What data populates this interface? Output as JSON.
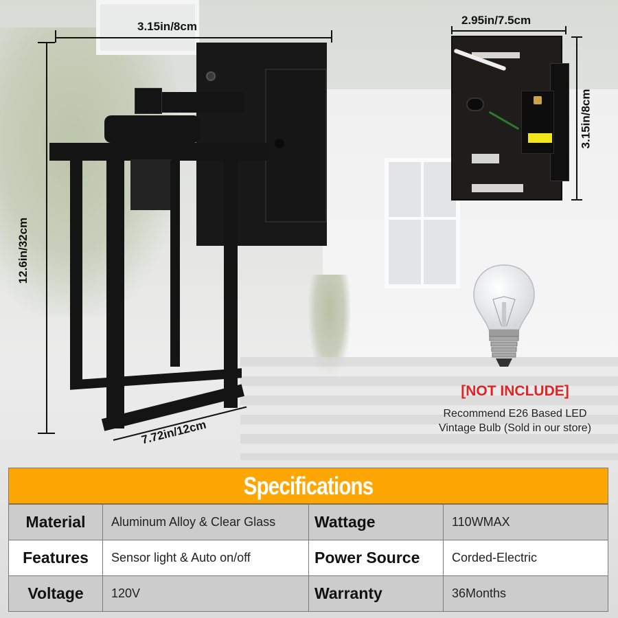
{
  "dimensions": {
    "lamp_width": "3.15in/8cm",
    "lamp_height": "12.6in/32cm",
    "lamp_depth": "7.72in/12cm",
    "box_width": "2.95in/7.5cm",
    "box_height": "3.15in/8cm"
  },
  "bulb_note": {
    "warning": "[NOT INCLUDE]",
    "line1": "Recommend E26 Based LED",
    "line2": "Vintage Bulb (Sold in our store)"
  },
  "colors": {
    "header_orange": "#fda604",
    "warning_red": "#e02424",
    "row_grey": "#cccccc"
  },
  "specs": {
    "title": "Specifications",
    "rows": [
      {
        "label1": "Material",
        "value1": "Aluminum Alloy & Clear Glass",
        "label2": "Wattage",
        "value2": "110WMAX"
      },
      {
        "label1": "Features",
        "value1": "Sensor light & Auto on/off",
        "label2": "Power Source",
        "value2": "Corded-Electric"
      },
      {
        "label1": "Voltage",
        "value1": "120V",
        "label2": "Warranty",
        "value2": "36Months"
      }
    ]
  }
}
